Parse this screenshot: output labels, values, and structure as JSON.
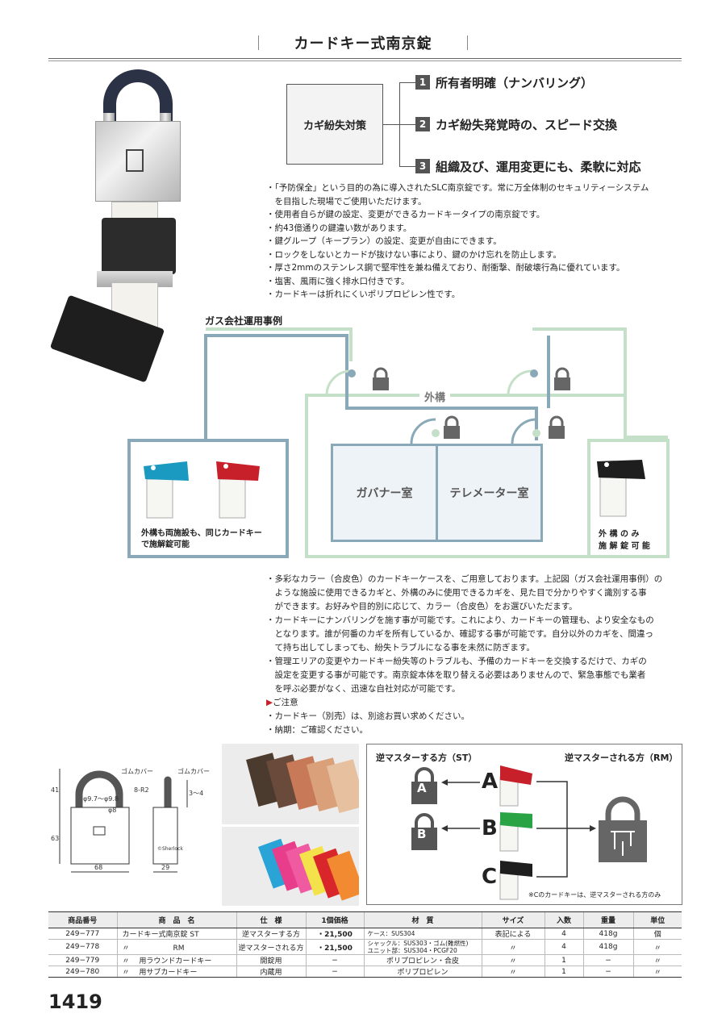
{
  "header": {
    "title": "カードキー式南京錠"
  },
  "countermeasure": {
    "label": "カギ紛失対策",
    "items": [
      {
        "num": "1",
        "text": "所有者明確（ナンバリング）"
      },
      {
        "num": "2",
        "text": "カギ紛失発覚時の、スピード交換"
      },
      {
        "num": "3",
        "text": "組織及び、運用変更にも、柔軟に対応"
      }
    ]
  },
  "features": [
    "・「予防保全」という目的の為に導入されたSLC南京錠です。常に万全体制のセキュリティーシステム",
    "　を目指した現場でご使用いただけます。",
    "・使用者自らが鍵の設定、変更ができるカードキータイプの南京錠です。",
    "・約43億通りの鍵違い数があります。",
    "・鍵グループ（キープラン）の設定、変更が自由にできます。",
    "・ロックをしないとカードが抜けない事により、鍵のかけ忘れを防止します。",
    "・厚さ2mmのステンレス鋼で堅牢性を兼ね備えており、耐衝撃、耐破壊行為に優れています。",
    "・塩害、風雨に強く排水口付きです。",
    "・カードキーは折れにくいポリプロピレン性です。"
  ],
  "diagram": {
    "title": "ガス会社運用事例",
    "outer_label": "外構",
    "room_1": "ガバナー室",
    "room_2": "テレメーター室",
    "left_caption_1": "外構も両施設も、同じカードキー",
    "left_caption_2": "で施解錠可能",
    "right_caption_1": "外 構 の み",
    "right_caption_2": "施 解 錠 可 能"
  },
  "details": [
    "・多彩なカラー（合皮色）のカードキーケースを、ご用意しております。上記図（ガス会社運用事例）の",
    "　ような施設に使用できるカギと、外構のみに使用できるカギを、見た目で分かりやすく識別する事",
    "　ができます。お好みや目的別に応じて、カラー（合皮色）をお選びいただます。",
    "・カードキーにナンバリングを施す事が可能です。これにより、カードキーの管理も、より安全なもの",
    "　となります。誰が何番のカギを所有しているか、確認する事が可能です。自分以外のカギを、間違っ",
    "　て持ち出してしまっても、紛失トラブルになる事を未然に防ぎます。",
    "・管理エリアの変更やカードキー紛失等のトラブルも、予備のカードキーを交換するだけで、カギの",
    "　設定を変更する事が可能です。南京錠本体を取り替える必要はありませんので、緊急事態でも業者",
    "　を呼ぶ必要がなく、迅速な自社対応が可能です。"
  ],
  "notes": {
    "heading": "ご注意",
    "items": [
      "・カードキー（別売）は、別途お買い求めください。",
      "・納期：ご確認ください。"
    ]
  },
  "dimensions": {
    "gum_cover_1": "ゴムカバー",
    "gum_cover_2": "ゴムカバー",
    "h41": "41",
    "h63": "63",
    "w68": "68",
    "w29": "29",
    "phi": "φ9.7〜φ9.8",
    "r": "8-R2",
    "phi8": "φ8",
    "d34": "3〜4",
    "brand": "©Sherlock"
  },
  "master": {
    "st_label": "逆マスターする方（ST）",
    "rm_label": "逆マスターされる方（RM）",
    "lock_a": "A",
    "lock_b": "B",
    "key_a": "A",
    "key_b": "B",
    "key_c": "C",
    "note": "※Cのカードキーは、逆マスターされる方のみ"
  },
  "table": {
    "headers": [
      "商品番号",
      "商　品　名",
      "仕　様",
      "1個価格",
      "材　質",
      "サイズ",
      "入数",
      "重量",
      "単位"
    ],
    "rows": [
      {
        "code": "249−777",
        "name": "カードキー式南京錠 ST",
        "spec": "逆マスターする方",
        "price": "・21,500",
        "material": "ケース：SUS304",
        "size": "表記による",
        "qty": "4",
        "weight": "418g",
        "unit": "個"
      },
      {
        "code": "249−778",
        "name": "〃　　　　　　RM",
        "spec": "逆マスターされる方",
        "price": "・21,500",
        "material": "シャックル：SUS303・ゴム(難燃性)",
        "material2": "ユニット部：SUS304・PCGF20",
        "size": "〃",
        "qty": "4",
        "weight": "418g",
        "unit": "〃"
      },
      {
        "code": "249−779",
        "name": "〃　 用ラウンドカードキー",
        "spec": "開錠用",
        "price": "−",
        "material": "ポリプロピレン・合皮",
        "size": "〃",
        "qty": "1",
        "weight": "−",
        "unit": "〃"
      },
      {
        "code": "249−780",
        "name": "〃　 用サブカードキー",
        "spec": "内蔵用",
        "price": "−",
        "material": "ポリプロピレン",
        "size": "〃",
        "qty": "1",
        "weight": "−",
        "unit": "〃"
      }
    ]
  },
  "page_number": "1419",
  "colors": {
    "blue_key": "#1a9ac0",
    "red_key": "#c8202a",
    "green_key": "#2aa344",
    "black_key": "#1e1e1e",
    "diagram_blue": "#8aa9b8",
    "diagram_green": "#c5e0c8"
  },
  "icons": [
    "padlock-icon",
    "card-key-icon",
    "arrow-icon"
  ]
}
